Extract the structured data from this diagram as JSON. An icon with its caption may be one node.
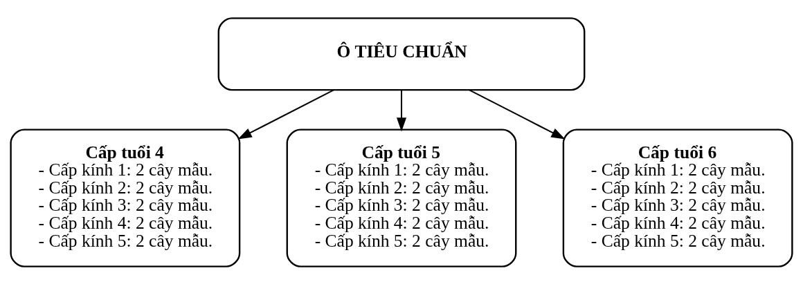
{
  "diagram": {
    "nodes": [
      {
        "text": [
          "Ô TIÊU CHUẨN"
        ]
      },
      {
        "text": [
          "Cấp tuổi 4",
          "- Cấp kính 1: 2 cây mẫu.",
          "- Cấp kính 2: 2 cây mẫu.",
          "- Cấp kính 3: 2 cây mẫu.",
          "- Cấp kính 4: 2 cây mẫu.",
          "- Cấp kính 5: 2 cây mẫu."
        ]
      },
      {
        "text": [
          "Cấp tuổi 5",
          "- Cấp kính 1: 2 cây mẫu.",
          "- Cấp kính 2: 2 cây mẫu.",
          "- Cấp kính 3: 2 cây mẫu.",
          "- Cấp kính 4: 2 cây mẫu.",
          "- Cấp kính 5: 2 cây mẫu."
        ]
      },
      {
        "text": [
          "Cấp tuổi 6",
          "- Cấp kính 1: 2 cây mẫu.",
          "- Cấp kính 2: 2 cây mẫu.",
          "- Cấp kính 3: 2 cây mẫu.",
          "- Cấp kính 4: 2 cây mẫu.",
          "- Cấp kính 5: 2 cây mẫu."
        ]
      }
    ],
    "edges": [
      {
        "from": 0,
        "to": 1,
        "arrow": "to"
      },
      {
        "from": 0,
        "to": 2,
        "arrow": "to"
      },
      {
        "from": 0,
        "to": 3,
        "arrow": "to"
      }
    ]
  }
}
